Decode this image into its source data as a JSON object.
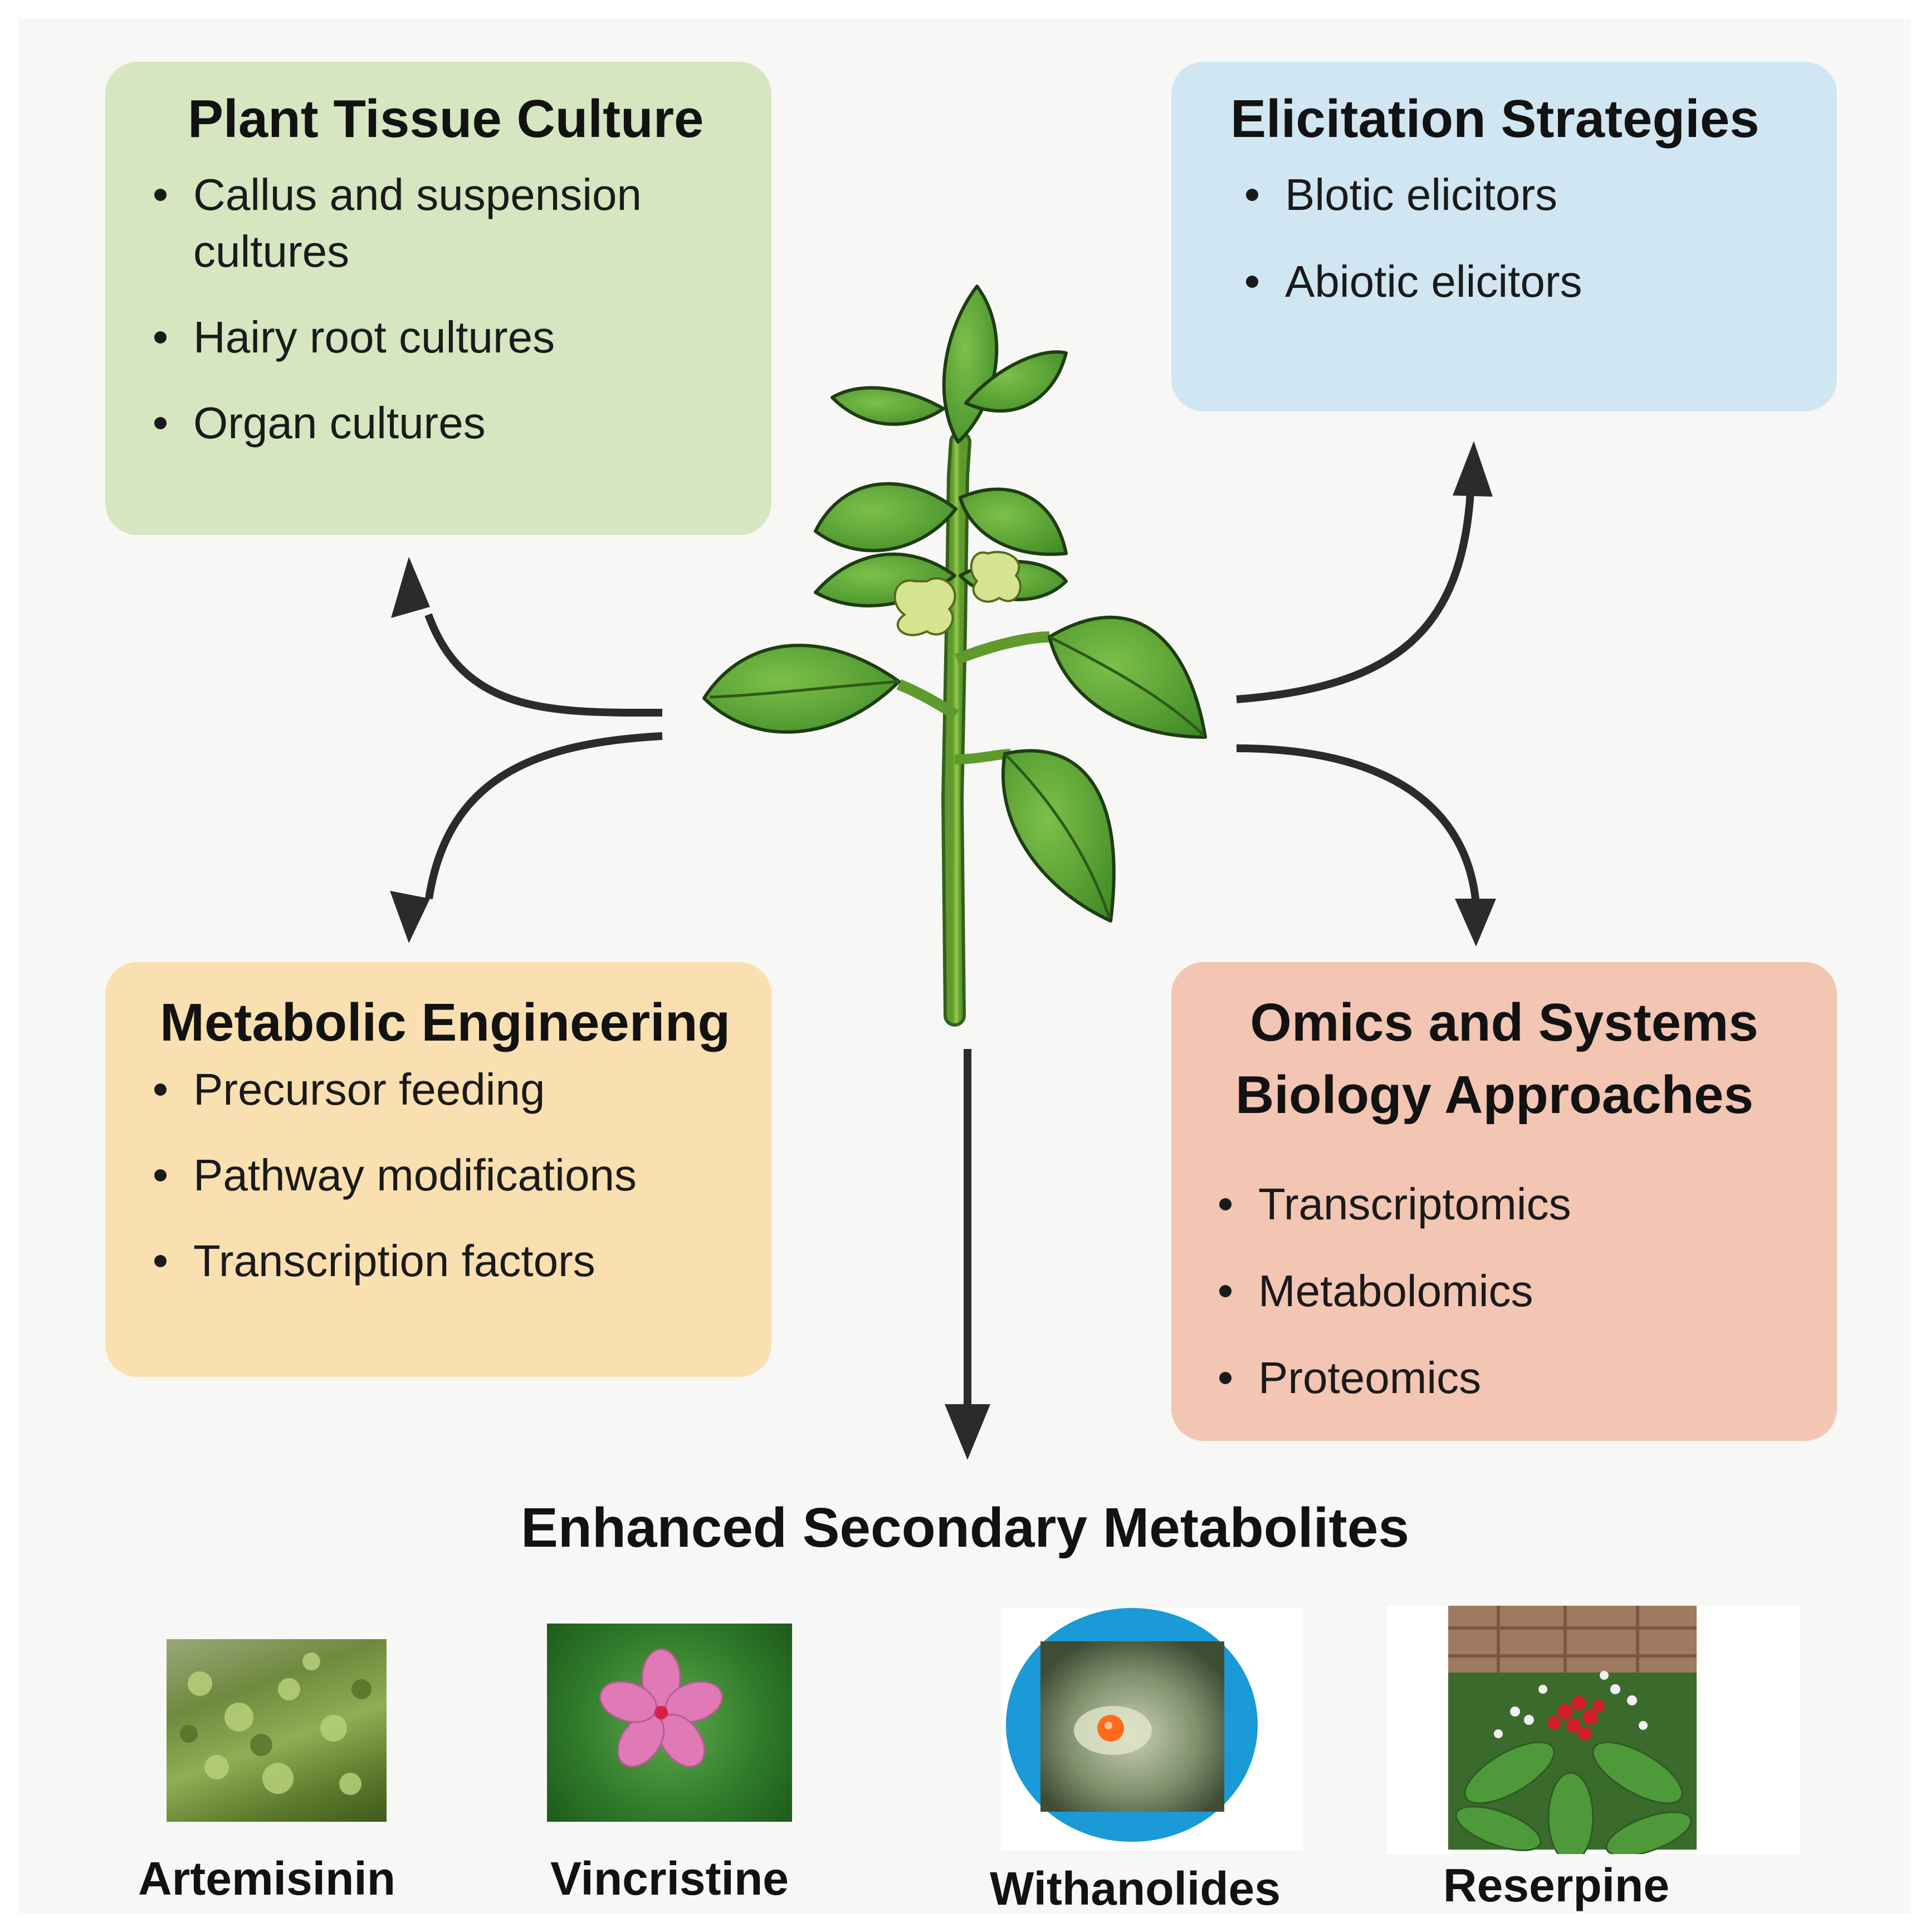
{
  "cards": {
    "plant_tissue_culture": {
      "title": "Plant Tissue Culture",
      "items": [
        "Callus and suspension cultures",
        "Hairy root cultures",
        "Organ cultures"
      ]
    },
    "elicitation": {
      "title": "Elicitation Strategies",
      "items": [
        "Blotic elicitors",
        "Abiotic elicitors"
      ]
    },
    "metabolic_engineering": {
      "title": "Metabolic Engineering",
      "items": [
        "Precursor feeding",
        "Pathway modifications",
        "Transcription factors"
      ]
    },
    "omics": {
      "title_line1": "Omics and Systems",
      "title_line2": "Biology Approaches",
      "items": [
        "Transcriptomics",
        "Metabolomics",
        "Proteomics"
      ]
    }
  },
  "outcome": {
    "title": "Enhanced Secondary Metabolites",
    "metabolites": [
      "Artemisinin",
      "Vincristine",
      "Withanolides",
      "Reserpine"
    ]
  },
  "colors": {
    "plant_tissue_culture": "#d5e6c0",
    "elicitation": "#d1e6f3",
    "metabolic_engineering": "#fae0b0",
    "omics": "#f3c5b3",
    "arrow": "#2b2b2b",
    "withanolides_circle": "#1a9ad6"
  },
  "icons": [
    "central-plant-illustration",
    "artemisinin-plant-photo",
    "vincristine-periwinkle-photo",
    "withanolides-ashwagandha-photo",
    "reserpine-rauvolfia-photo"
  ]
}
